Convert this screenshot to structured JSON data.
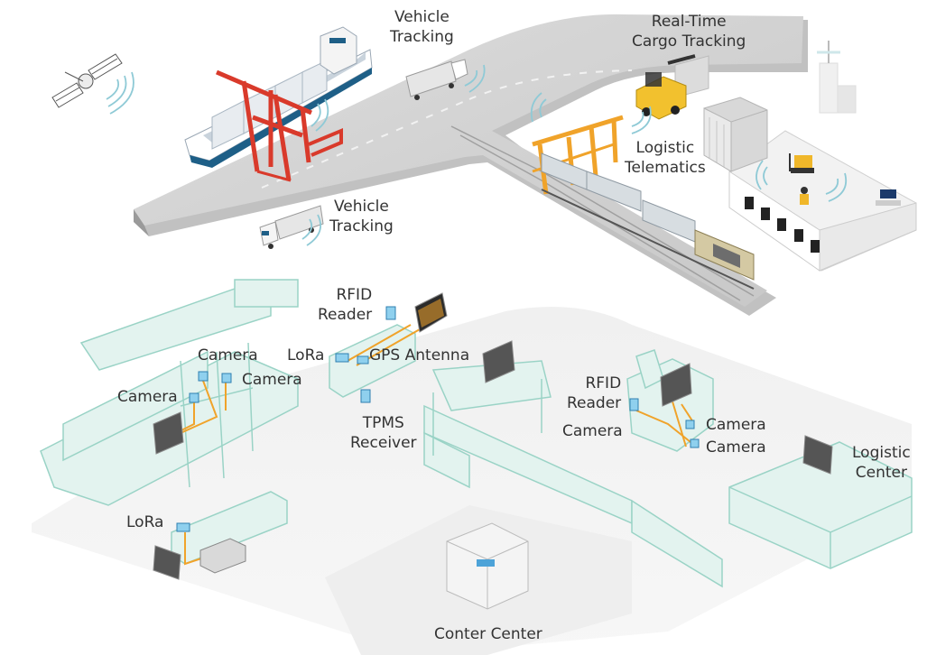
{
  "colors": {
    "road_top": "#d2d2d2",
    "road_edge": "#a9a9a9",
    "ghost_fill": "#e3f3ef",
    "ghost_line": "#9ad3c6",
    "accent_orange": "#f0a32a",
    "accent_red": "#d93a2b",
    "signal_teal": "#6fc2d2",
    "device_blue": "#4da3d8",
    "text": "#333333"
  },
  "labels": {
    "vehicle_tracking_top": "Vehicle\nTracking",
    "realtime_cargo": "Real-Time\nCargo Tracking",
    "logistic_telematics": "Logistic\nTelematics",
    "vehicle_tracking_mid": "Vehicle\nTracking",
    "rfid_reader_1": "RFID\nReader",
    "lora_1": "LoRa",
    "gps_antenna": "GPS Antenna",
    "camera_1": "Camera",
    "camera_2": "Camera",
    "camera_3": "Camera",
    "tpms_receiver": "TPMS\nReceiver",
    "rfid_reader_2": "RFID\nReader",
    "camera_4": "Camera",
    "camera_5": "Camera",
    "camera_6": "Camera",
    "logistic_center": "Logistic\nCenter",
    "lora_2": "LoRa",
    "conter_center": "Conter Center"
  },
  "icons": [
    "satellite-icon",
    "container-ship-icon",
    "gantry-crane-icon",
    "truck-icon",
    "forklift-icon",
    "freight-train-icon",
    "warehouse-icon",
    "radio-tower-icon",
    "camera-icon",
    "rfid-reader-icon",
    "lora-module-icon",
    "gps-antenna-icon",
    "tpms-receiver-icon",
    "display-panel-icon",
    "embedded-box-pc-icon",
    "wifi-signal-icon"
  ]
}
